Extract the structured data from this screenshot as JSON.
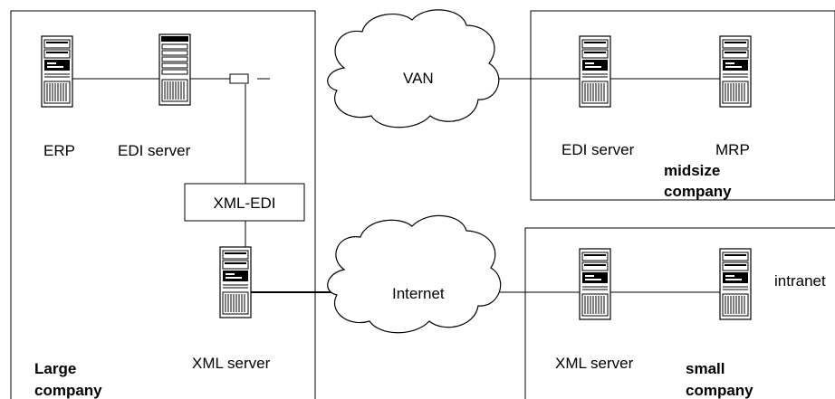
{
  "large_company": {
    "label_line1": "Large",
    "label_line2": "company",
    "erp_label": "ERP",
    "edi_server_label": "EDI server",
    "xml_edi_label": "XML-EDI",
    "xml_server_label": "XML server"
  },
  "clouds": {
    "van_label": "VAN",
    "internet_label": "Internet"
  },
  "midsize_company": {
    "edi_server_label": "EDI server",
    "mrp_label": "MRP",
    "label_line1": "midsize",
    "label_line2": "company"
  },
  "small_company": {
    "xml_server_label": "XML server",
    "intranet_label": "intranet",
    "label_line1": "small",
    "label_line2": "company"
  },
  "colors": {
    "stroke": "#000000",
    "background": "#ffffff"
  }
}
